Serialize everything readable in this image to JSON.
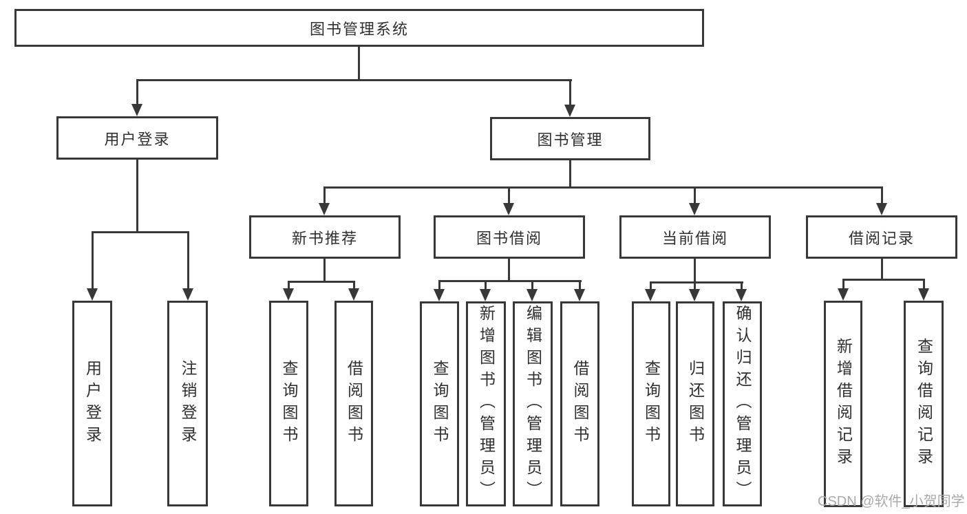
{
  "root": {
    "label": "图书管理系统"
  },
  "branches": [
    {
      "label": "用户登录"
    },
    {
      "label": "图书管理"
    }
  ],
  "modules": [
    {
      "label": "新书推荐"
    },
    {
      "label": "图书借阅"
    },
    {
      "label": "当前借阅"
    },
    {
      "label": "借阅记录"
    }
  ],
  "leaves": [
    {
      "label": "用户登录"
    },
    {
      "label": "注销登录"
    },
    {
      "label": "查询图书"
    },
    {
      "label": "借阅图书"
    },
    {
      "label": "查询图书"
    },
    {
      "label": "新增图书（管理员）"
    },
    {
      "label": "编辑图书（管理员）"
    },
    {
      "label": "借阅图书"
    },
    {
      "label": "查询图书"
    },
    {
      "label": "归还图书"
    },
    {
      "label": "确认归还（管理员）"
    },
    {
      "label": "新增借阅记录"
    },
    {
      "label": "查询借阅记录"
    }
  ],
  "watermark": "CSDN @软件_小贺同学",
  "colors": {
    "line": "#383838",
    "text": "#2f2f2f",
    "watermark_text": "#a9a9a9",
    "background": "#ffffff"
  }
}
